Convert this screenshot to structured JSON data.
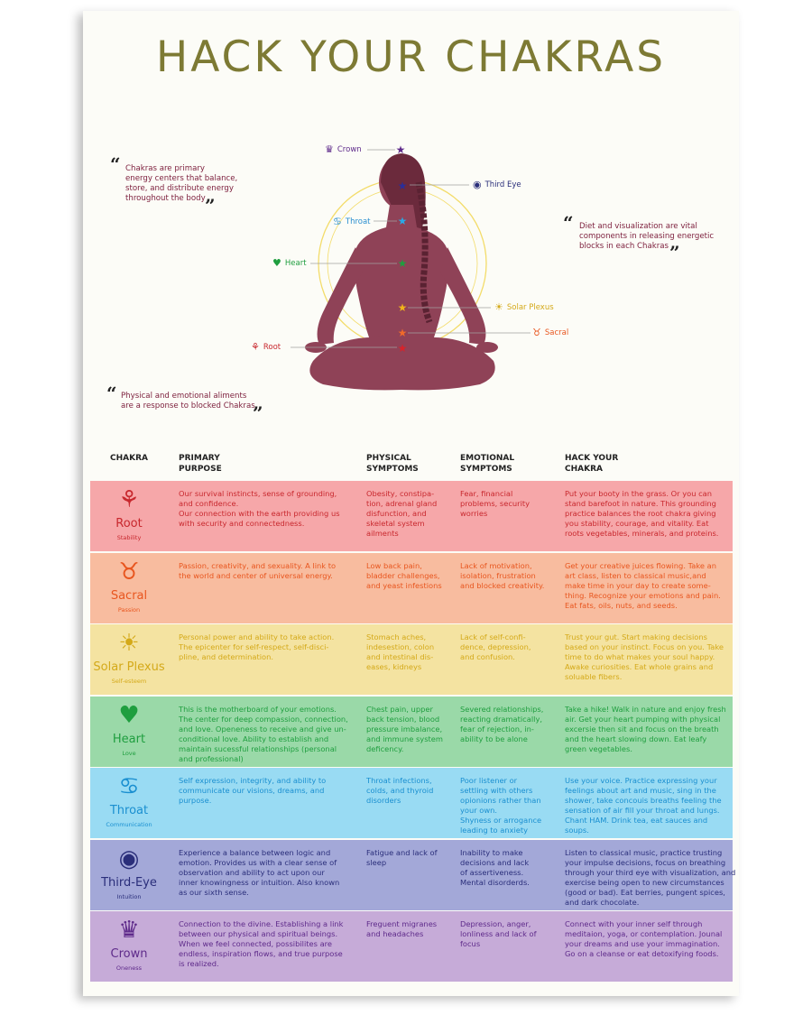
{
  "title": "HACK YOUR CHAKRAS",
  "quotes": {
    "q1": [
      "Chakras are primary",
      "energy centers that balance,",
      "store, and distribute energy",
      "throughout the body"
    ],
    "q2": [
      "Diet and visualization are vital",
      "components in releasing energetic",
      "blocks in each Chakras"
    ],
    "q3": [
      "Physical and emotional aliments",
      "are a response to blocked Chakras"
    ]
  },
  "labels": {
    "crown": "Crown",
    "third_eye": "Third Eye",
    "throat": "Throat",
    "heart": "Heart",
    "solar_plexus": "Solar Plexus",
    "sacral": "Sacral",
    "root": "Root"
  },
  "table": {
    "headers": [
      "CHAKRA",
      "PRIMARY\nPURPOSE",
      "PHYSICAL\nSYMPTOMS",
      "EMOTIONAL\nSYMPTOMS",
      "HACK YOUR\nCHAKRA"
    ],
    "rows": [
      {
        "name": "Root",
        "sub": "Stability",
        "icon": "root-icon",
        "bg": "#f6a7a9",
        "fg": "#c8282e",
        "purpose": "Our survival instincts, sense of grounding,\nand confidence.\nOur connection with the earth providing us\nwith security and connectedness.",
        "physical": "Obesity, constipa-\ntion, adrenal gland\ndisfunction, and\nskeletal system\nailments",
        "emotional": "Fear, financial\nproblems, security\nworries",
        "hack": "Put your booty in the grass. Or you can\nstand barefoot in nature. This grounding\npractice balances the root chakra giving\nyou stability, courage, and vitality. Eat\nroots vegetables, minerals, and proteins."
      },
      {
        "name": "Sacral",
        "sub": "Passion",
        "icon": "sacral-icon",
        "bg": "#f8bc9f",
        "fg": "#e8561f",
        "purpose": "Passion, creativity, and sexuality. A link to\nthe world and center of universal energy.",
        "physical": "Low back pain,\nbladder challenges,\nand yeast infestions",
        "emotional": "Lack of motivation,\nisolation, frustration\nand blocked creativity.",
        "hack": "Get your creative juices flowing. Take an\nart class, listen to classical music,and\nmake time in your day to create some-\nthing. Recognize your emotions and pain.\nEat fats, oils, nuts, and seeds."
      },
      {
        "name": "Solar Plexus",
        "sub": "Self-esteem",
        "icon": "sun-icon",
        "bg": "#f4e3a1",
        "fg": "#d4a919",
        "purpose": "Personal power and ability to take action.\nThe epicenter for self-respect, self-disci-\npline, and determination.",
        "physical": "Stomach aches,\nindesestion, colon\nand intestinal dis-\neases, kidneys",
        "emotional": "Lack of self-confi-\ndence, depression,\nand confusion.",
        "hack": "Trust your gut. Start making decisions\nbased on your instinct. Focus on you. Take\ntime to do what makes your soul happy.\nAwake curiosities. Eat whole grains and\nsoluable fibers."
      },
      {
        "name": "Heart",
        "sub": "Love",
        "icon": "heart-icon",
        "bg": "#9ad9a8",
        "fg": "#1f9e3f",
        "purpose": "This is the motherboard of your emotions.\nThe center for deep compassion, connection,\nand love. Openeness to receive and give un-\nconditional love. Ability to establish and\nmaintain sucessful relationships (personal\nand professional)",
        "physical": "Chest pain, upper\nback tension, blood\npressure imbalance,\nand immune system\ndeficency.",
        "emotional": "Severed relationships,\nreacting dramatically,\nfear of rejection, in-\nability to be alone",
        "hack": "Take a hike! Walk in nature and enjoy fresh\nair. Get your heart pumping with physical\nexcersie then sit and focus on the breath\nand the heart slowing down. Eat leafy\ngreen vegetables."
      },
      {
        "name": "Throat",
        "sub": "Communication",
        "icon": "lungs-icon",
        "bg": "#99dbf3",
        "fg": "#1a8fd0",
        "purpose": "Self expression, integrity, and ability to\ncommunicate our visions, dreams, and\npurpose.",
        "physical": "Throat infections,\ncolds, and thyroid\ndisorders",
        "emotional": "Poor listener or\nsettling with others\nopionions rather than\nyour own.\nShyness or arrogance\nleading to anxiety",
        "hack": "Use your voice. Practice expressing your\nfeelings about art and music, sing in the\nshower, take concouis breaths feeling the\nsensation of air fill your throat and lungs.\nChant HAM. Drink tea, eat sauces and\nsoups."
      },
      {
        "name": "Third-Eye",
        "sub": "Intuition",
        "icon": "eye-icon",
        "bg": "#a3a8d8",
        "fg": "#2a2e7a",
        "purpose": "Experience a balance between logic and\nemotion. Provides us with a clear sense of\nobservation and ability to act upon our\ninner knowingness or intuition. Also known\nas our sixth sense.",
        "physical": "Fatigue and lack of\nsleep",
        "emotional": "Inability to make\ndecisions and lack\nof assertiveness.\nMental disorderds.",
        "hack": "Listen to classical music, practice trusting\nyour impulse decisions, focus on breathing\nthrough your third eye with visualization, and\nexercise being open to new circumstances\n(good or bad). Eat berries, pungent spices,\nand dark chocolate."
      },
      {
        "name": "Crown",
        "sub": "Oneness",
        "icon": "crown-icon",
        "bg": "#c6abd8",
        "fg": "#5e2a8a",
        "purpose": "Connection to the divine. Establishing a link\nbetween our physical and spiritual beings.\nWhen we feel connected, possibilites are\nendless, inspiration flows, and true purpose\nis realized.",
        "physical": "Freguent migranes\nand headaches",
        "emotional": "Depression, anger,\nlonliness and lack of\nfocus",
        "hack": "Connect with your inner self through\nmeditaion, yoga, or contemplation. Jounal\nyour dreams and use your immagination.\nGo on a cleanse or eat detoxifying foods."
      }
    ]
  }
}
